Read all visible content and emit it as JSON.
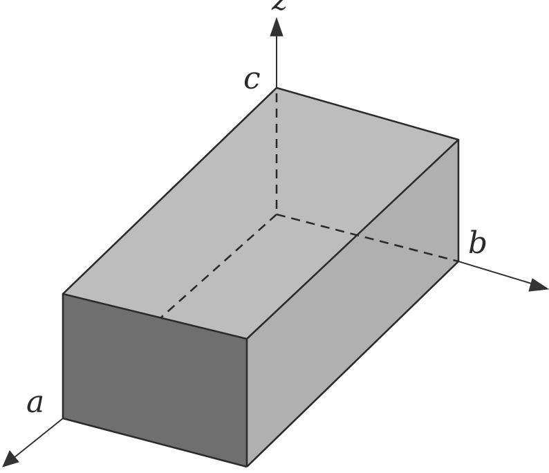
{
  "diagram": {
    "labels": {
      "a": "a",
      "b": "b",
      "c": "c",
      "z": "z"
    },
    "colors": {
      "top_face": "#bdbdbd",
      "front_face": "#6f6f6f",
      "right_face": "#b0b0b0",
      "edge": "#2b2b2b",
      "axis": "#333333",
      "background": "#ffffff"
    }
  }
}
